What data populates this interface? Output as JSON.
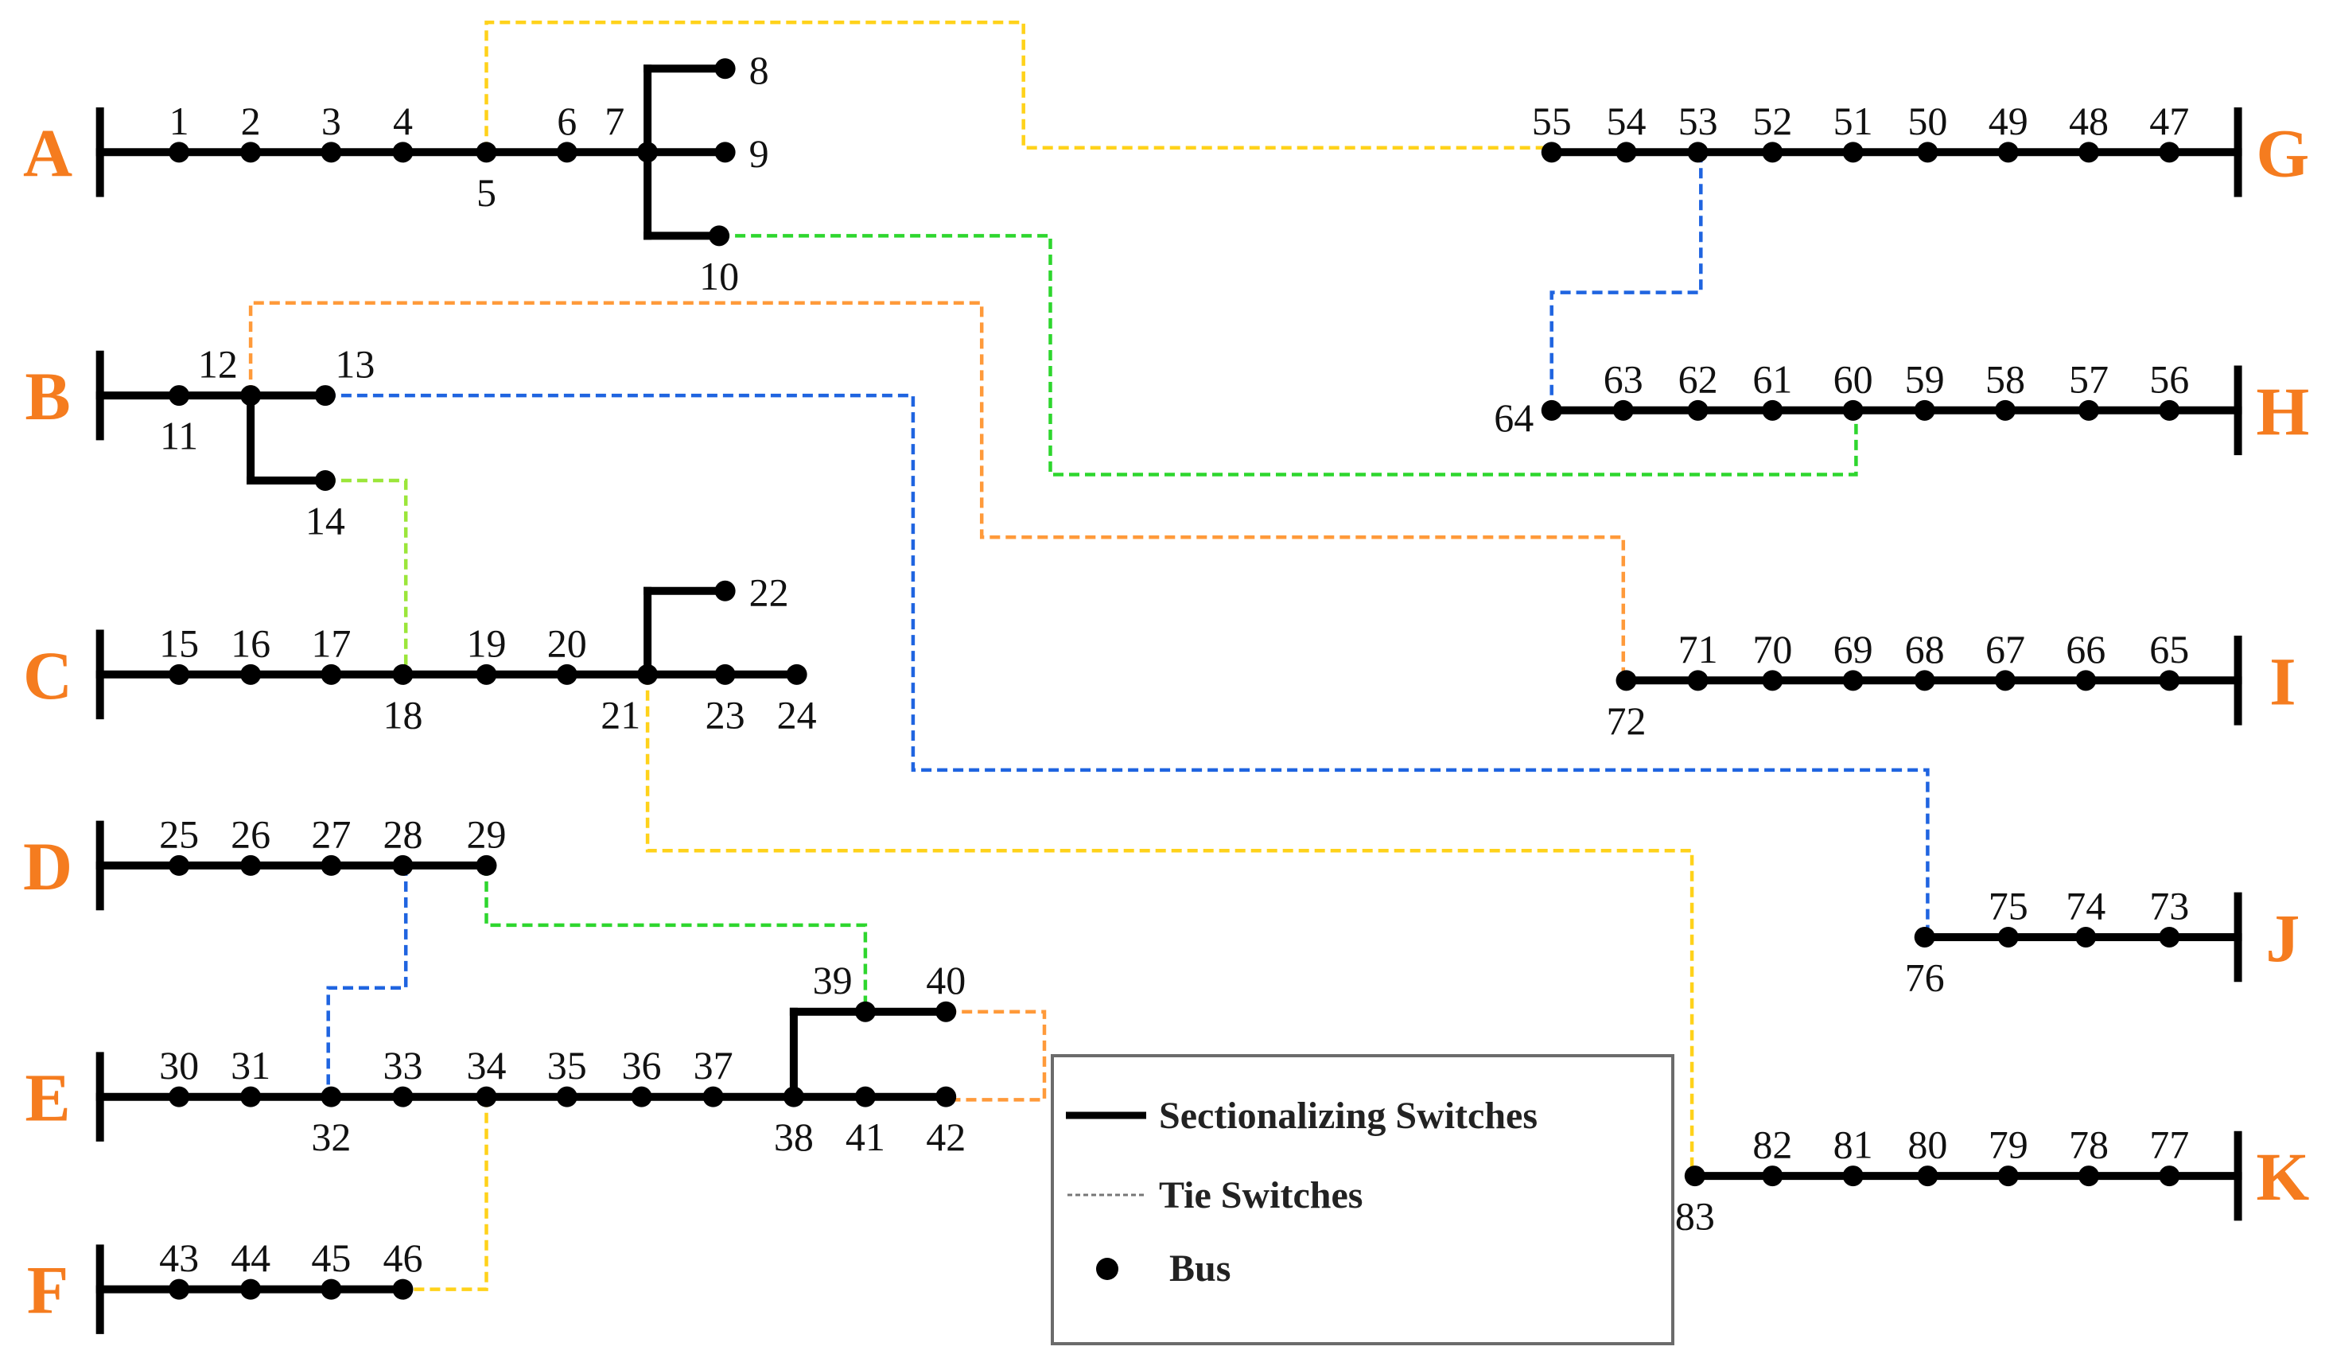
{
  "diagram": {
    "colors": {
      "line": "#000000",
      "feeder_letter": "#f57c1f",
      "legend_border": "#6b6b6b"
    },
    "feeders": [
      {
        "letter": "A"
      },
      {
        "letter": "B"
      },
      {
        "letter": "C"
      },
      {
        "letter": "D"
      },
      {
        "letter": "E"
      },
      {
        "letter": "F"
      },
      {
        "letter": "G"
      },
      {
        "letter": "H"
      },
      {
        "letter": "I"
      },
      {
        "letter": "J"
      },
      {
        "letter": "K"
      }
    ],
    "buses": [
      "1",
      "2",
      "3",
      "4",
      "5",
      "6",
      "7",
      "8",
      "9",
      "10",
      "11",
      "12",
      "13",
      "14",
      "15",
      "16",
      "17",
      "18",
      "19",
      "20",
      "21",
      "22",
      "23",
      "24",
      "25",
      "26",
      "27",
      "28",
      "29",
      "30",
      "31",
      "32",
      "33",
      "34",
      "35",
      "36",
      "37",
      "38",
      "39",
      "40",
      "41",
      "42",
      "43",
      "44",
      "45",
      "46",
      "47",
      "48",
      "49",
      "50",
      "51",
      "52",
      "53",
      "54",
      "55",
      "56",
      "57",
      "58",
      "59",
      "60",
      "61",
      "62",
      "63",
      "64",
      "65",
      "66",
      "67",
      "68",
      "69",
      "70",
      "71",
      "72",
      "73",
      "74",
      "75",
      "76",
      "77",
      "78",
      "79",
      "80",
      "81",
      "82",
      "83"
    ],
    "tie_switches": [
      {
        "from": "5",
        "to": "55",
        "color": "#ffd21a"
      },
      {
        "from": "10",
        "to": "60",
        "color": "#2ed62e"
      },
      {
        "from": "12",
        "to": "72",
        "color": "#ff9a3a"
      },
      {
        "from": "13",
        "to": "76",
        "color": "#1f64e0"
      },
      {
        "from": "14",
        "to": "18",
        "color": "#9be63a"
      },
      {
        "from": "53",
        "to": "64",
        "color": "#1f64e0"
      },
      {
        "from": "21",
        "to": "83",
        "color": "#ffd21a"
      },
      {
        "from": "28",
        "to": "32",
        "color": "#1f64e0"
      },
      {
        "from": "29",
        "to": "39",
        "color": "#2ed62e"
      },
      {
        "from": "40",
        "to": "42",
        "color": "#ff9a3a"
      },
      {
        "from": "34",
        "to": "46",
        "color": "#ffd21a"
      }
    ],
    "legend": {
      "sectionalizing": "Sectionalizing Switches",
      "tie": "Tie Switches",
      "bus": "Bus"
    }
  }
}
